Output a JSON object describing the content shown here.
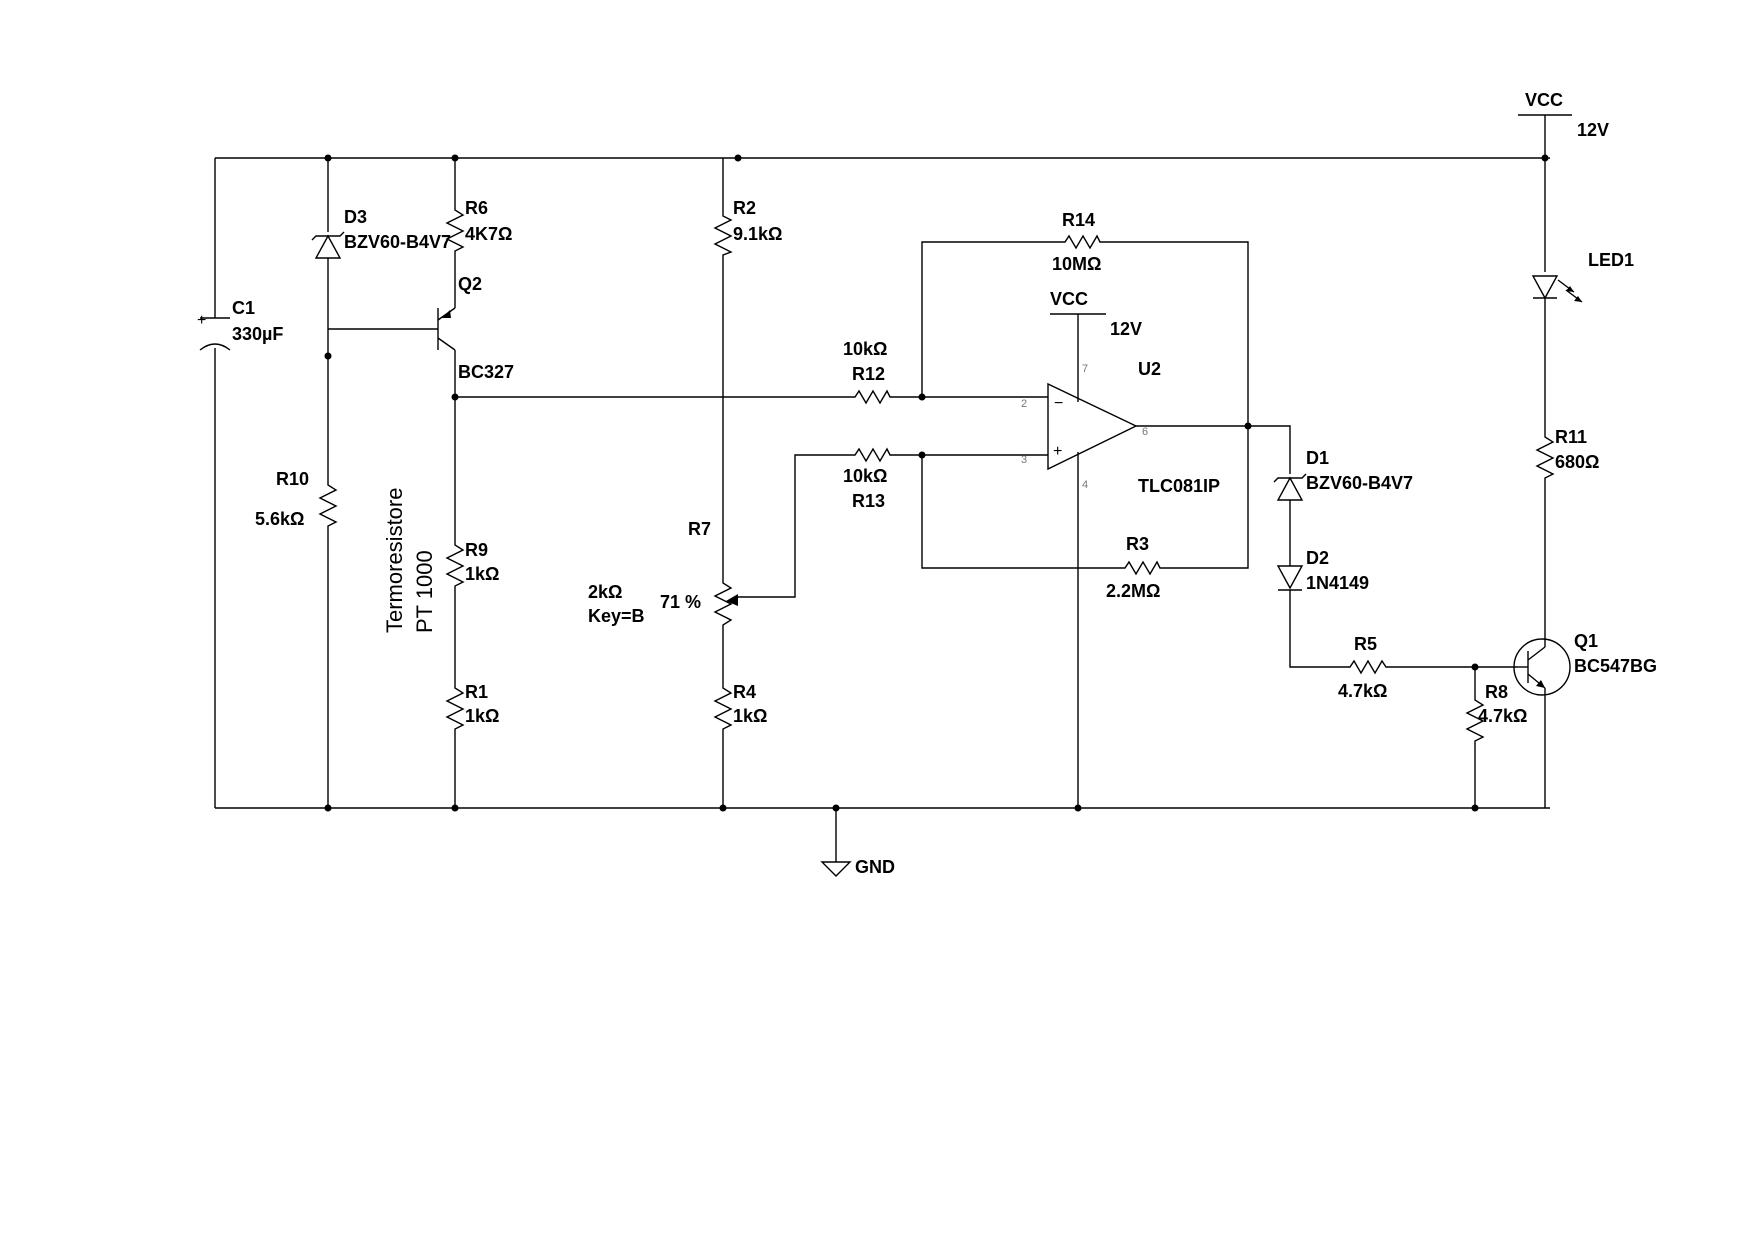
{
  "supply": {
    "vcc_label": "VCC",
    "vcc_value": "12V",
    "gnd_label": "GND"
  },
  "components": {
    "C1": {
      "ref": "C1",
      "value": "330µF"
    },
    "D3": {
      "ref": "D3",
      "value": "BZV60-B4V7"
    },
    "R6": {
      "ref": "R6",
      "value": "4K7Ω"
    },
    "Q2": {
      "ref": "Q2",
      "value": "BC327"
    },
    "R10": {
      "ref": "R10",
      "value": "5.6kΩ"
    },
    "PT": {
      "line1": "Termoresistore",
      "line2": "PT 1000"
    },
    "R9": {
      "ref": "R9",
      "value": "1kΩ"
    },
    "R1": {
      "ref": "R1",
      "value": "1kΩ"
    },
    "R2": {
      "ref": "R2",
      "value": "9.1kΩ"
    },
    "R7": {
      "ref": "R7",
      "value": "2kΩ",
      "key": "Key=B",
      "percent": "71 %"
    },
    "R4": {
      "ref": "R4",
      "value": "1kΩ"
    },
    "R14": {
      "ref": "R14",
      "value": "10MΩ"
    },
    "R12": {
      "ref": "R12",
      "value": "10kΩ"
    },
    "R13": {
      "ref": "R13",
      "value": "10kΩ"
    },
    "R3": {
      "ref": "R3",
      "value": "2.2MΩ"
    },
    "U2": {
      "ref": "U2",
      "value": "TLC081IP",
      "vcc_label": "VCC",
      "vcc_value": "12V",
      "pins": {
        "inv": "2",
        "noninv": "3",
        "out": "6",
        "vplus": "7",
        "vminus": "4"
      },
      "inv_sign": "−",
      "noninv_sign": "+"
    },
    "D1": {
      "ref": "D1",
      "value": "BZV60-B4V7"
    },
    "D2": {
      "ref": "D2",
      "value": "1N4149"
    },
    "R5": {
      "ref": "R5",
      "value": "4.7kΩ"
    },
    "R8": {
      "ref": "R8",
      "value": "4.7kΩ"
    },
    "LED1": {
      "ref": "LED1"
    },
    "R11": {
      "ref": "R11",
      "value": "680Ω"
    },
    "Q1": {
      "ref": "Q1",
      "value": "BC547BG"
    }
  }
}
